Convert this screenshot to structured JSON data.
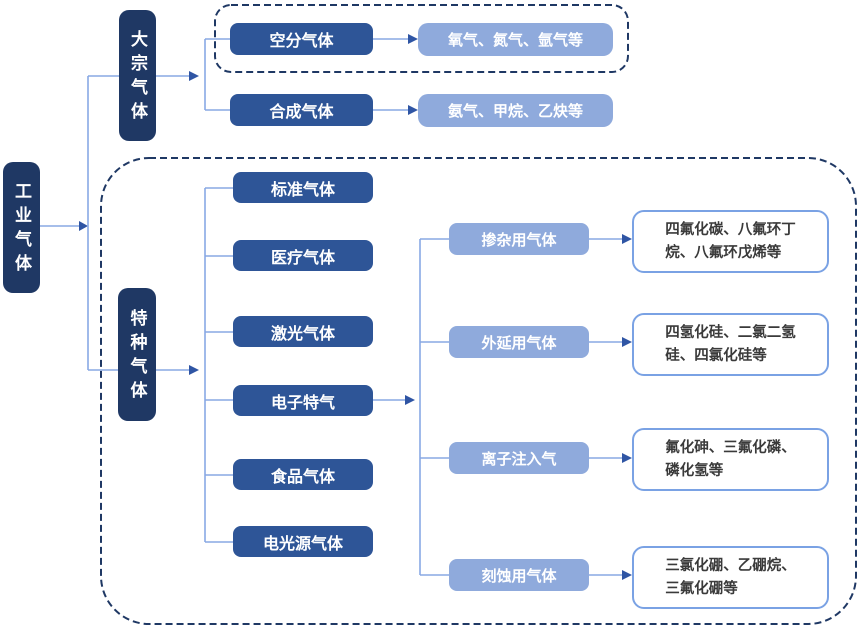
{
  "diagram": {
    "root": "工业气体",
    "bulk": {
      "label": "大宗气体",
      "children": [
        {
          "label": "空分气体",
          "gases": "氧气、氮气、氩气等"
        },
        {
          "label": "合成气体",
          "gases": "氨气、甲烷、乙炔等"
        }
      ]
    },
    "special": {
      "label": "特种气体",
      "children": [
        "标准气体",
        "医疗气体",
        "激光气体",
        "电子特气",
        "食品气体",
        "电光源气体"
      ],
      "electronic": {
        "children": [
          {
            "label": "掺杂用气体",
            "gases": "四氟化碳、八氟环丁\n烷、八氟环戊烯等"
          },
          {
            "label": "外延用气体",
            "gases": "四氢化硅、二氯二氢\n硅、四氯化硅等"
          },
          {
            "label": "离子注入气",
            "gases": "氟化砷、三氟化磷、\n磷化氢等"
          },
          {
            "label": "刻蚀用气体",
            "gases": "三氯化硼、乙硼烷、\n三氟化硼等"
          }
        ]
      }
    },
    "colors": {
      "dark_navy": "#1f3864",
      "medium_blue": "#2e5597",
      "light_blue": "#8faadc",
      "line": "#88a8e4",
      "arrow": "#2f55a4",
      "leaf_border": "#7aa2e4"
    }
  }
}
